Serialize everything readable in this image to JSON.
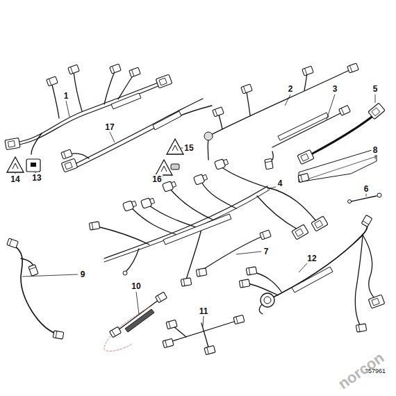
{
  "diagram": {
    "labels": [
      "1",
      "17",
      "2",
      "3",
      "5",
      "15",
      "8",
      "14",
      "13",
      "16",
      "4",
      "6",
      "7",
      "12",
      "9",
      "10",
      "11",
      "357961",
      "norcon"
    ]
  }
}
